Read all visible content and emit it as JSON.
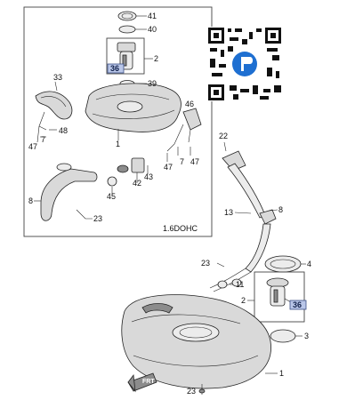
{
  "callouts": {
    "top": [
      "41",
      "40",
      "2",
      "39",
      "33",
      "46",
      "1",
      "7",
      "48",
      "47",
      "7",
      "47",
      "47",
      "45",
      "42",
      "43",
      "8",
      "23"
    ],
    "right": [
      "22",
      "13",
      "8",
      "4",
      "23",
      "11",
      "2",
      "36",
      "3",
      "1",
      "23"
    ]
  },
  "highlight_labels": {
    "upper_pump": "36",
    "lower_pump": "36"
  },
  "engine_label": "1.6DOHC",
  "front_label": "FRT",
  "colors": {
    "highlight": "#b9c6e8",
    "qr_accent": "#1e6fd1"
  },
  "icons": [
    "qr-code-icon",
    "front-arrow-icon"
  ]
}
